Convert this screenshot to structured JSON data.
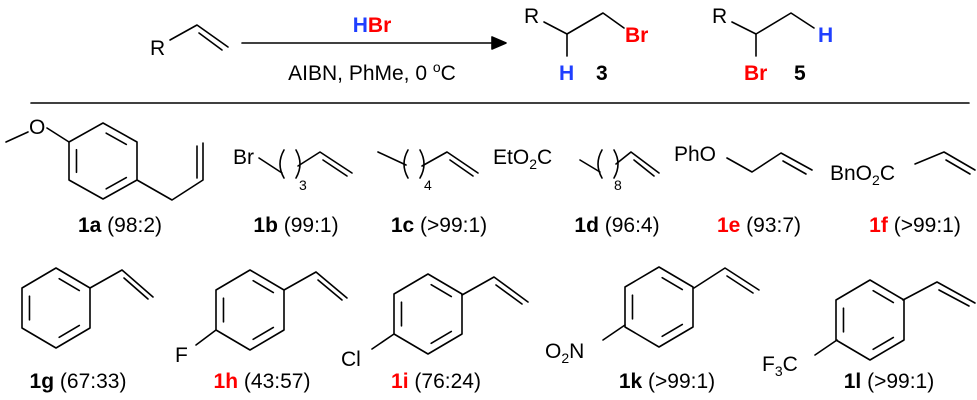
{
  "scheme": {
    "reactant_r": "R",
    "reagent_h": "H",
    "reagent_br": "Br",
    "conditions": "AIBN, PhMe, 0 ",
    "conditions_degree": "o",
    "conditions_unit": "C",
    "product_3": {
      "r": "R",
      "br": "Br",
      "h": "H",
      "number": "3"
    },
    "product_5": {
      "r": "R",
      "br": "Br",
      "h": "H",
      "number": "5"
    }
  },
  "colors": {
    "hydrogen": "#1f3fff",
    "bromine": "#ff0000",
    "highlighted_label": "#ff0000"
  },
  "substrates": [
    {
      "id": "1a",
      "ratio": "(98:2)",
      "highlighted": false,
      "groups": [
        "O"
      ]
    },
    {
      "id": "1b",
      "ratio": "(99:1)",
      "highlighted": false,
      "groups": [
        "Br",
        "3"
      ]
    },
    {
      "id": "1c",
      "ratio": "(>99:1)",
      "highlighted": false,
      "groups": [
        "4"
      ]
    },
    {
      "id": "1d",
      "ratio": "(96:4)",
      "highlighted": false,
      "groups": [
        "EtO",
        "2",
        "C",
        "8"
      ]
    },
    {
      "id": "1e",
      "ratio": "(93:7)",
      "highlighted": true,
      "groups": [
        "PhO"
      ]
    },
    {
      "id": "1f",
      "ratio": "(>99:1)",
      "highlighted": true,
      "groups": [
        "BnO",
        "2",
        "C"
      ]
    },
    {
      "id": "1g",
      "ratio": "(67:33)",
      "highlighted": false,
      "groups": []
    },
    {
      "id": "1h",
      "ratio": "(43:57)",
      "highlighted": true,
      "groups": [
        "F"
      ]
    },
    {
      "id": "1i",
      "ratio": "(76:24)",
      "highlighted": true,
      "groups": [
        "Cl"
      ]
    },
    {
      "id": "1k",
      "ratio": "(>99:1)",
      "highlighted": false,
      "groups": [
        "O",
        "2",
        "N"
      ]
    },
    {
      "id": "1l",
      "ratio": "(>99:1)",
      "highlighted": false,
      "groups": [
        "F",
        "3",
        "C"
      ]
    }
  ]
}
